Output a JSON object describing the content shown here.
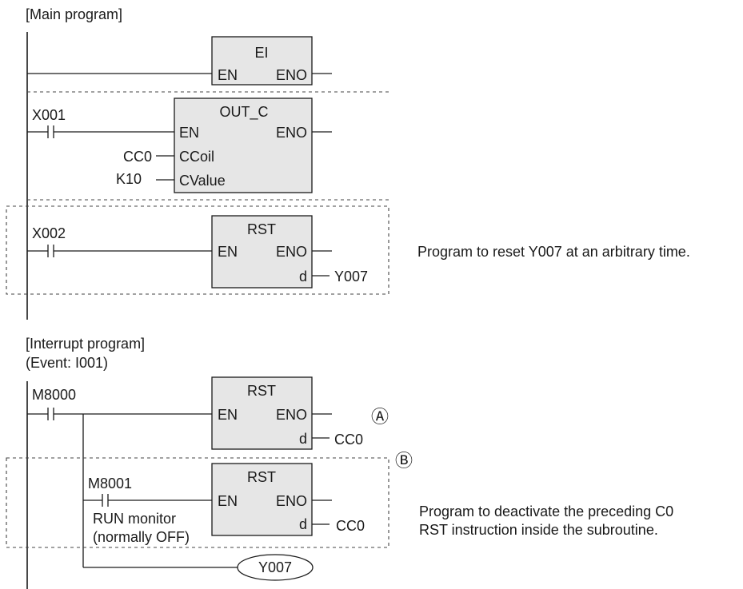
{
  "main_header": "[Main program]",
  "interrupt_header": "[Interrupt program]",
  "interrupt_event": "(Event: I001)",
  "rung1": {
    "block_name": "EI",
    "en": "EN",
    "eno": "ENO"
  },
  "rung2": {
    "contact": "X001",
    "block_name": "OUT_C",
    "en": "EN",
    "eno": "ENO",
    "pin_ccoil": "CCoil",
    "pin_cvalue": "CValue",
    "ccoil_value": "CC0",
    "cvalue_value": "K10"
  },
  "rung3": {
    "contact": "X002",
    "block_name": "RST",
    "en": "EN",
    "eno": "ENO",
    "pin_d": "d",
    "d_value": "Y007",
    "note": "Program to reset Y007 at an arbitrary time."
  },
  "irung1": {
    "contact": "M8000",
    "block_name": "RST",
    "en": "EN",
    "eno": "ENO",
    "pin_d": "d",
    "d_value": "CC0",
    "marker": "Ⓐ"
  },
  "irung2": {
    "contact": "M8001",
    "contact_desc_line1": "RUN monitor",
    "contact_desc_line2": "(normally OFF)",
    "block_name": "RST",
    "en": "EN",
    "eno": "ENO",
    "pin_d": "d",
    "d_value": "CC0",
    "marker": "Ⓑ",
    "note_line1": "Program to deactivate the preceding C0",
    "note_line2": "RST instruction inside the subroutine."
  },
  "coil": {
    "label": "Y007"
  }
}
